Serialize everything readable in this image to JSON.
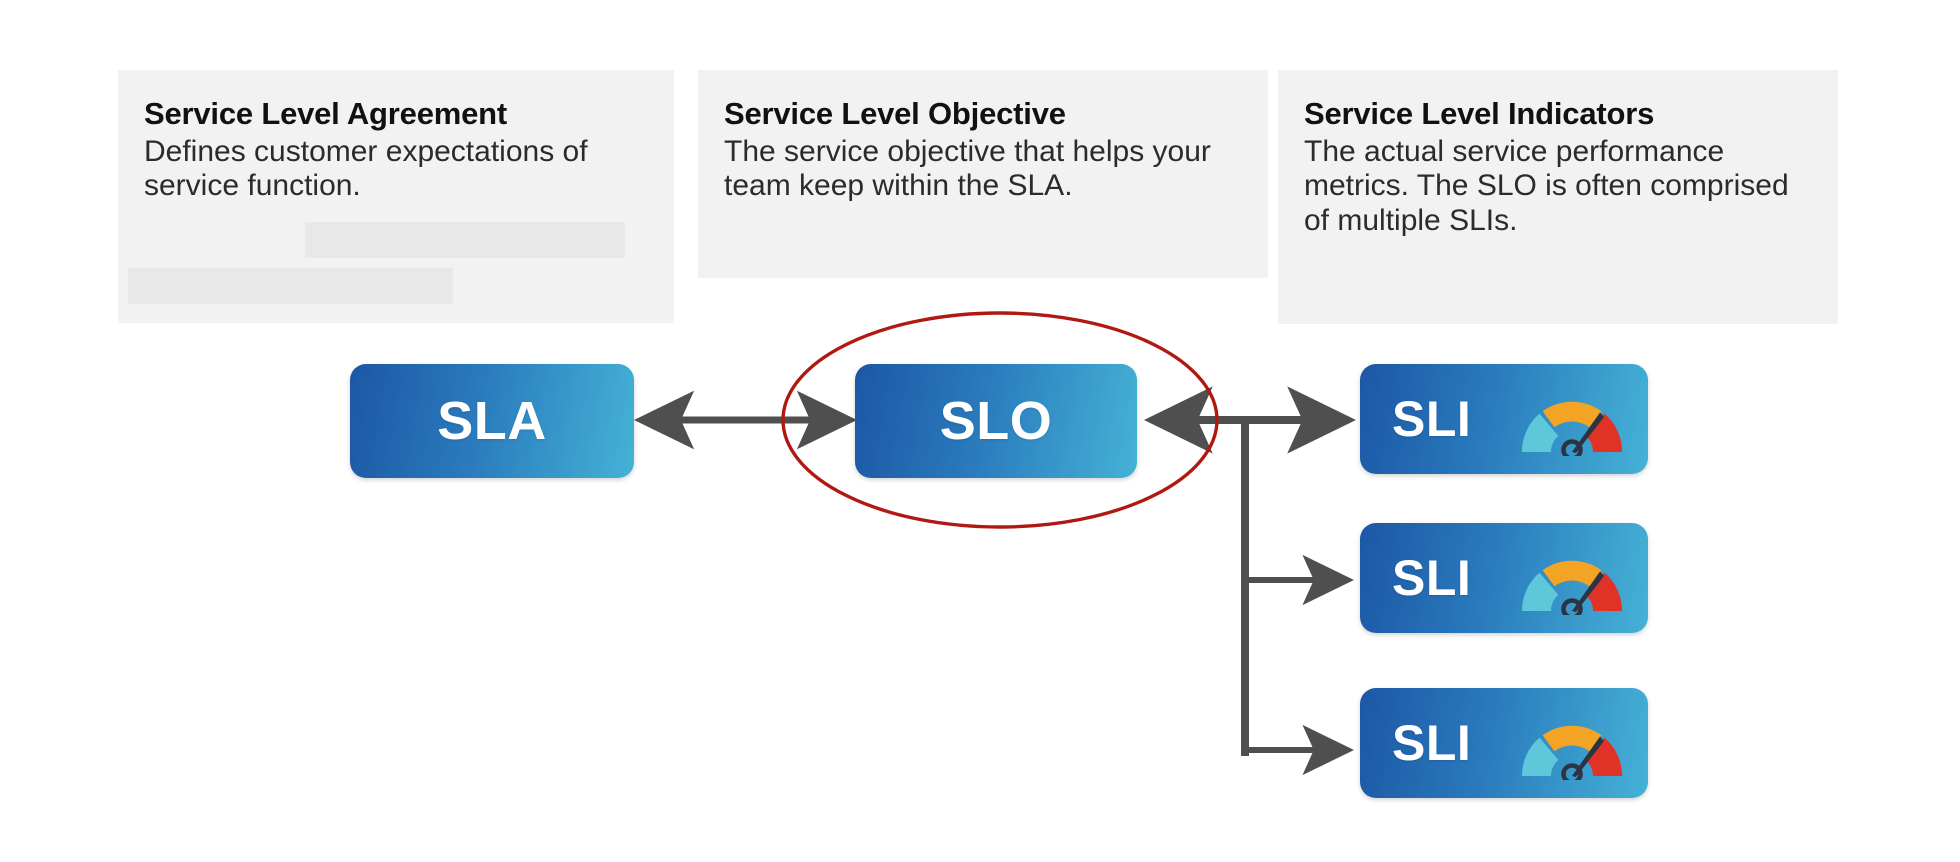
{
  "diagram": {
    "title": "SLA, SLO and SLI relationship diagram",
    "background_color": "#ffffff"
  },
  "cards": [
    {
      "id": "sla-card",
      "title": "Service Level Agreement",
      "body": "Defines customer expectations of service function.",
      "background_color": "#f2f2f2",
      "has_redactions": true
    },
    {
      "id": "slo-card",
      "title": "Service Level Objective",
      "body": "The service objective that helps your team keep within the SLA.",
      "background_color": "#f2f2f2",
      "has_redactions": false
    },
    {
      "id": "sli-card",
      "title": "Service Level Indicators",
      "body": "The actual service performance metrics. The SLO is often comprised of multiple SLIs.",
      "background_color": "#f2f2f2",
      "has_redactions": false
    }
  ],
  "nodes": {
    "sla": {
      "label": "SLA",
      "icon": null
    },
    "slo": {
      "label": "SLO",
      "icon": null,
      "highlighted": true
    },
    "sli_items": [
      {
        "label": "SLI",
        "icon": "gauge-icon"
      },
      {
        "label": "SLI",
        "icon": "gauge-icon"
      },
      {
        "label": "SLI",
        "icon": "gauge-icon"
      }
    ]
  },
  "highlight": {
    "shape": "ellipse",
    "target": "slo",
    "stroke_color": "#b01811",
    "stroke_width": 3
  },
  "connectors": {
    "color": "#4f4f4f",
    "items": [
      {
        "from": "sla",
        "to": "slo",
        "style": "double-arrow"
      },
      {
        "from": "sli-trunk",
        "to": "slo",
        "style": "arrow"
      },
      {
        "from": "sli-trunk",
        "to": "sli-1",
        "style": "arrow"
      },
      {
        "from": "sli-trunk",
        "to": "sli-2",
        "style": "arrow"
      },
      {
        "from": "sli-trunk",
        "to": "sli-3",
        "style": "arrow"
      }
    ]
  },
  "gauge_icon": {
    "name": "gauge-icon",
    "segments": [
      {
        "name": "low",
        "color": "#5ec8da"
      },
      {
        "name": "medium",
        "color": "#f4a425"
      },
      {
        "name": "high",
        "color": "#e03226"
      }
    ],
    "needle_color": "#2b3440",
    "needle_points_to": "high"
  },
  "palette": {
    "gradient_start": "#1c57a5",
    "gradient_end": "#45b2d6",
    "card_background": "#f2f2f2",
    "redaction": "#e8e8e8",
    "text_dark": "#111111",
    "text_body": "#2b2b2b",
    "connector": "#4f4f4f",
    "highlight_red": "#b01811"
  }
}
